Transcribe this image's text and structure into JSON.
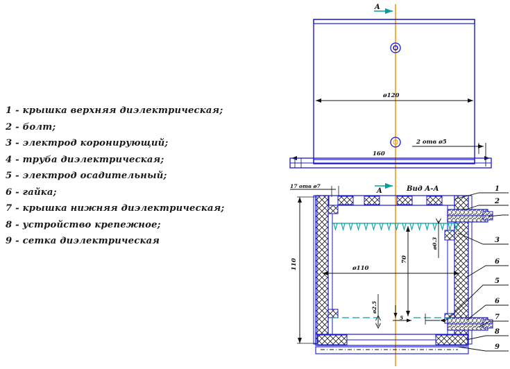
{
  "legend": {
    "items": [
      "1 - крышка верхняя диэлектрическая;",
      "2 - болт;",
      "3 - электрод коронирующий;",
      "4 - труба диэлектрическая;",
      "5 - электрод осадительный;",
      "6 - гайка;",
      "7 - крышка нижняя диэлектрическая;",
      "8 - устройство крепежное;",
      "9 - сетка диэлектрическая"
    ]
  },
  "drawing": {
    "section_arrow_top": "A",
    "section_arrow_bottom": "A",
    "view_title": "Вид А-А",
    "top_view": {
      "diameter_outer": "ø120",
      "width_160": "160",
      "holes_2": "2 отв ø5",
      "holes_17": "17 отв ø7"
    },
    "section_view": {
      "height_110": "110",
      "diameter_110": "ø110",
      "dim_70": "70",
      "wire_dia": "ø0.3",
      "rod_dia": "ø2.5",
      "gap_5": "5"
    },
    "callouts": [
      "1",
      "2",
      "3",
      "6",
      "5",
      "6",
      "7",
      "8",
      "9"
    ],
    "colors": {
      "line_blue": "#1717d6",
      "axis_orange": "#f59a15",
      "accent_teal": "#00a0a0",
      "line_black": "#111111"
    }
  }
}
